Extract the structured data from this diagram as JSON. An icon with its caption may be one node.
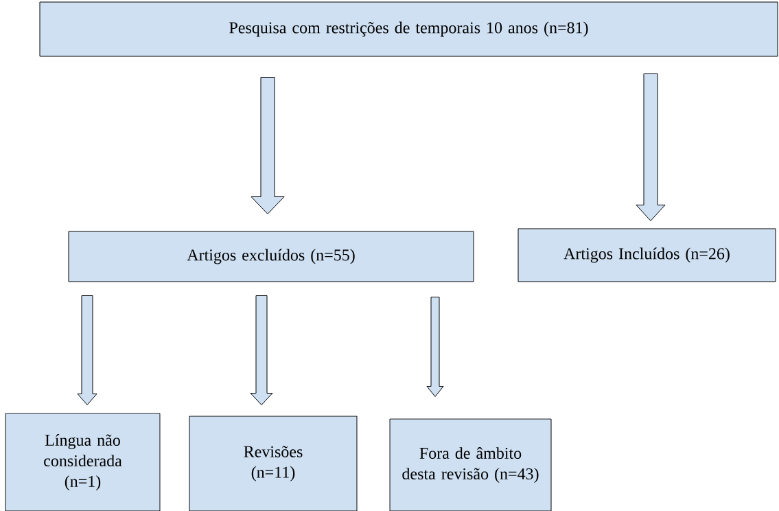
{
  "diagram": {
    "nodes": [
      {
        "text": [
          "Pesquisa com restrições de temporais 10 anos (n=81)"
        ]
      },
      {
        "text": [
          "Artigos excluídos (n=55)"
        ]
      },
      {
        "text": [
          "Artigos Incluídos (n=26)"
        ]
      },
      {
        "text": [
          "Língua não considerada (n=1)"
        ]
      },
      {
        "text": [
          "Revisões (n=11)"
        ]
      },
      {
        "text": [
          "Fora de âmbito desta revisão (n=43)"
        ]
      }
    ],
    "edges": [
      {
        "from": 0,
        "to": 1,
        "arrow": "to"
      },
      {
        "from": 0,
        "to": 2,
        "arrow": "to"
      },
      {
        "from": 1,
        "to": 3,
        "arrow": "to"
      },
      {
        "from": 1,
        "to": 4,
        "arrow": "to"
      },
      {
        "from": 1,
        "to": 5,
        "arrow": "to"
      }
    ]
  }
}
